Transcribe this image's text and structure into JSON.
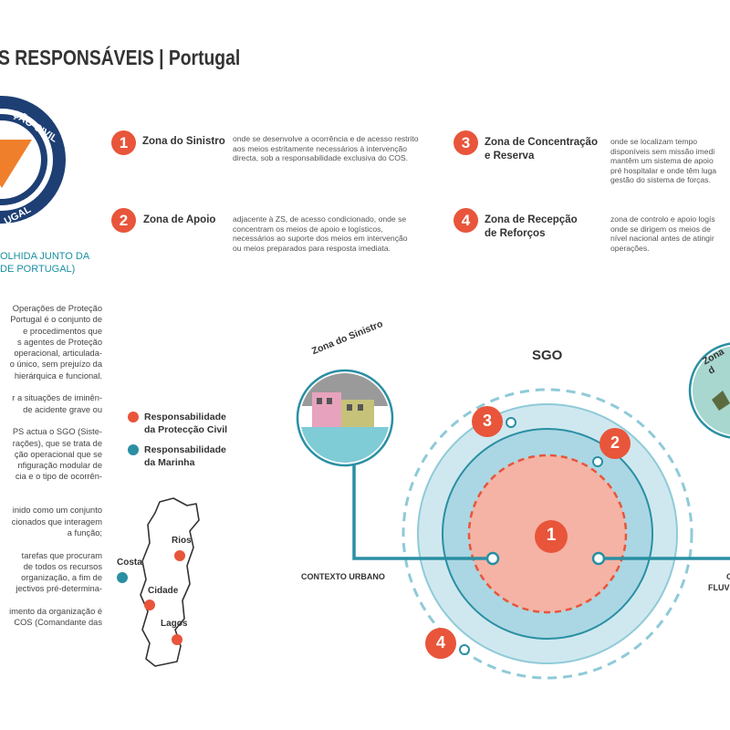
{
  "title": {
    "main": "S RESPONSÁVEIS | ",
    "country": "Portugal"
  },
  "logo": {
    "ring_text_top": "ÇÃO CIVIL",
    "ring_text_bottom": "UGAL",
    "caption_line1": "OLHIDA JUNTO DA",
    "caption_line2": "DE PORTUGAL)"
  },
  "zones": [
    {
      "number": "1",
      "title": "Zona do Sinistro",
      "desc": [
        "onde se desenvolve a ocorrência e de acesso restrito",
        "aos meios estritamente necessários à intervenção",
        "directa, sob a responsabilidade exclusiva do COS."
      ]
    },
    {
      "number": "2",
      "title": "Zona de Apoio",
      "desc": [
        "adjacente à ZS, de acesso condicionado, onde se",
        "concentram os meios de apoio e logísticos,",
        "necessários ao suporte dos meios em intervenção",
        "ou meios preparados para resposta imediata."
      ]
    },
    {
      "number": "3",
      "title_line1": "Zona de Concentração",
      "title_line2": "e Reserva",
      "desc": [
        "onde se localizam tempo",
        "disponíveis sem missão imedi",
        "mantêm um sistema de apoio",
        "pré hospitalar e onde têm luga",
        "gestão do sistema de forças."
      ]
    },
    {
      "number": "4",
      "title_line1": "Zona de Recepção",
      "title_line2": "de Reforços",
      "desc": [
        "zona de controlo e apoio logís",
        "onde se dirigem os meios de",
        "nível nacional antes de atingir",
        "operações."
      ]
    }
  ],
  "body_text": [
    "Operações de Proteção",
    "Portugal é o conjunto de",
    "e procedimentos que",
    "s agentes de Proteção",
    "operacional, articulada-",
    "o único, sem prejuízo da",
    "hierárquica e funcional.",
    "",
    "r a situações de iminên-",
    "de acidente grave ou",
    "",
    "PS actua o SGO (Siste-",
    "rações), que se trata de",
    "ção operacional que se",
    "nfiguração modular de",
    "cia e o tipo de ocorrên-",
    "",
    "",
    "inido como um conjunto",
    "cionados que interagem",
    "a função;",
    "",
    "tarefas que procuram",
    "de todos os recursos",
    "organização, a fim de",
    "jectivos pré-determina-",
    "",
    "imento da organização é",
    "COS (Comandante das"
  ],
  "legend": [
    {
      "line1": "Responsabilidade",
      "line2": "da Protecção Civil",
      "color": "#e8553a"
    },
    {
      "line1": "Responsabilidade",
      "line2": "da Marinha",
      "color": "#2a8fa3"
    }
  ],
  "map": {
    "costa": "Costa",
    "rios": "Rios",
    "cidade": "Cidade",
    "lagos": "Lagos"
  },
  "diagram": {
    "sgo": "SGO",
    "label_sinistro": "Zona do Sinistro",
    "label_right": "Zona d",
    "contexto_urbano": "CONTEXTO URBANO",
    "right_caption_1": "C",
    "right_caption_2": "FLUVI",
    "n1": "1",
    "n2": "2",
    "n3": "3",
    "n4": "4"
  },
  "colors": {
    "accent_orange": "#e8553a",
    "accent_teal": "#2a8fa3",
    "light_teal": "#bfe1ea",
    "mid_teal": "#8fcad8",
    "pink": "#f4b3a5"
  }
}
